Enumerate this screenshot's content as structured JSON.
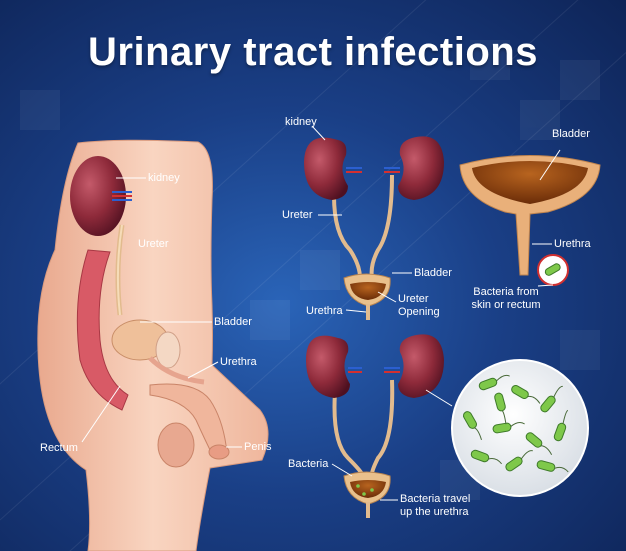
{
  "title": "Urinary tract infections",
  "labels": {
    "body_kidney": "kidney",
    "body_ureter": "Ureter",
    "body_bladder": "Bladder",
    "body_urethra": "Urethra",
    "body_rectum": "Rectum",
    "body_penis": "Penis",
    "top_kidney": "kidney",
    "top_ureter": "Ureter",
    "top_bladder": "Bladder",
    "top_urethra": "Urethra",
    "top_ureter_opening_1": "Ureter",
    "top_ureter_opening_2": "Opening",
    "right_bladder": "Bladder",
    "right_urethra": "Urethra",
    "bacteria_source_1": "Bacteria from",
    "bacteria_source_2": "skin or rectum",
    "bottom_bacteria": "Bacteria",
    "bacteria_travel_1": "Bacteria travel",
    "bacteria_travel_2": "up the urethra"
  },
  "colors": {
    "background": "#1a3f86",
    "skin": "#f6c9b1",
    "kidney": "#8e2a3a",
    "urine": "#9a4a12",
    "bacteria": "#7ec84a"
  }
}
